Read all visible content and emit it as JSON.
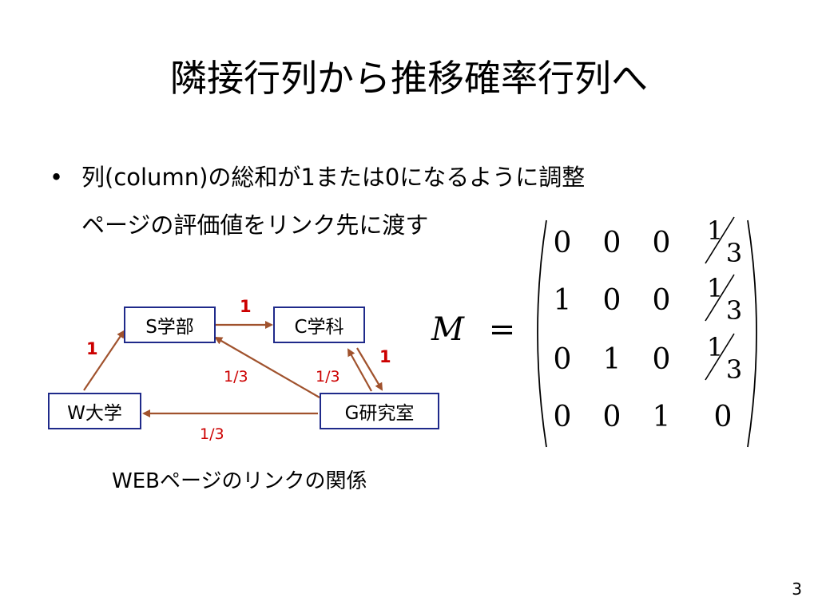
{
  "slide": {
    "title": "隣接行列から推移確率行列へ",
    "bullets": [
      "列(column)の総和が1または0になるように調整",
      "ページの評価値をリンク先に渡す"
    ],
    "bullet_char": "•",
    "caption": "WEBページのリンクの関係",
    "page_number": "3"
  },
  "graph": {
    "nodes": {
      "s": "S学部",
      "c": "C学科",
      "w": "W大学",
      "g": "G研究室"
    },
    "edge_labels": {
      "s_to_c": "1",
      "w_to_s": "1",
      "c_to_g": "1",
      "g_to_s": "1/3",
      "g_to_c": "1/3",
      "g_to_w": "1/3"
    },
    "colors": {
      "edge": "#a0522d",
      "node_border": "#1f2a8a",
      "label": "#cc0000"
    }
  },
  "matrix": {
    "symbol": "M",
    "equals": "=",
    "rows": [
      [
        "0",
        "0",
        "0",
        "1/3"
      ],
      [
        "1",
        "0",
        "0",
        "1/3"
      ],
      [
        "0",
        "1",
        "0",
        "1/3"
      ],
      [
        "0",
        "0",
        "1",
        "0"
      ]
    ]
  }
}
